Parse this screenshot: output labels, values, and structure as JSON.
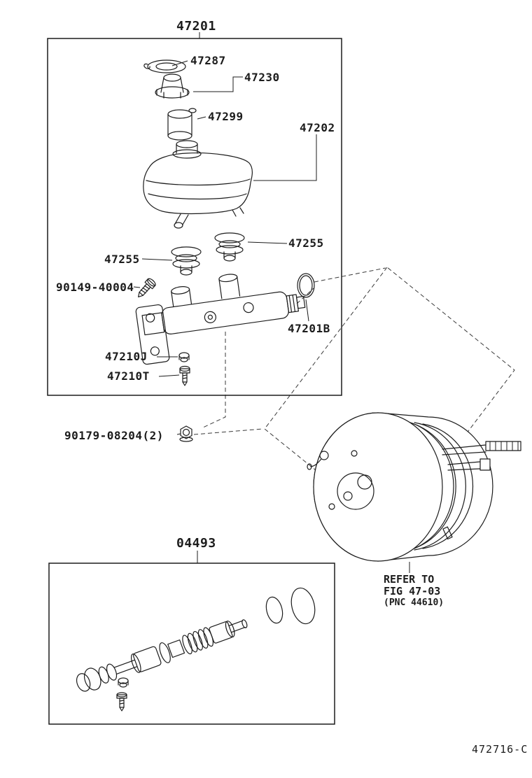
{
  "diagram": {
    "assembly_label": "47201",
    "kit_label": "04493",
    "code": "472716-C",
    "parts": {
      "p47287": "47287",
      "p47230": "47230",
      "p47299": "47299",
      "p47202": "47202",
      "p47255_upper": "47255",
      "p47255_lower": "47255",
      "p90149": "90149-40004",
      "p47201b": "47201B",
      "p47210j": "47210J",
      "p47210t": "47210T",
      "p90179": "90179-08204(2)"
    },
    "refer_note": {
      "line1": "REFER TO",
      "line2": "FIG 47-03",
      "line3": "(PNC 44610)"
    }
  }
}
